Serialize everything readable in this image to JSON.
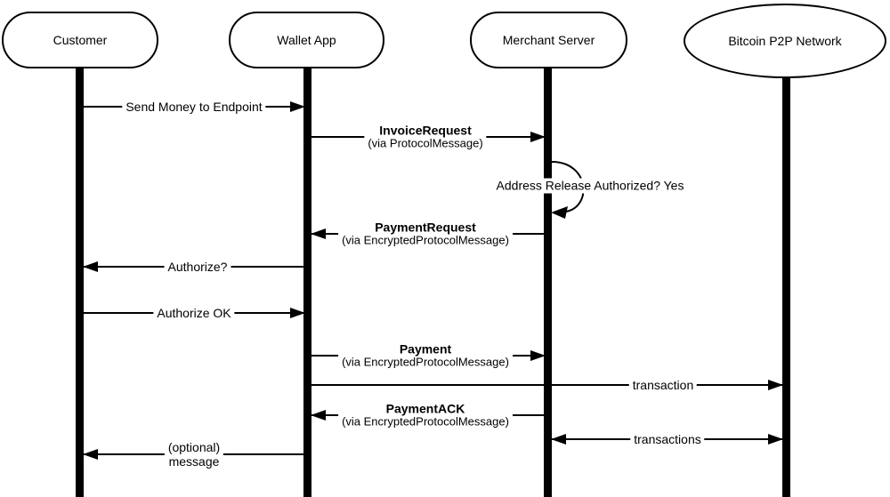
{
  "diagram": {
    "type": "sequence-diagram",
    "background_color": "#ffffff",
    "stroke_color": "#000000",
    "fill_color": "#ffffff",
    "actors": [
      {
        "name": "Customer",
        "shape": "stadium"
      },
      {
        "name": "Wallet App",
        "shape": "stadium"
      },
      {
        "name": "Merchant Server",
        "shape": "stadium"
      },
      {
        "name": "Bitcoin P2P Network",
        "shape": "ellipse"
      }
    ],
    "messages": [
      {
        "label": "Send Money to Endpoint",
        "from": "Customer",
        "to": "Wallet App",
        "direction": "right"
      },
      {
        "label": "InvoiceRequest",
        "sublabel": "(via ProtocolMessage)",
        "from": "Wallet App",
        "to": "Merchant Server",
        "direction": "right"
      },
      {
        "label": "Address Release Authorized? Yes",
        "from": "Merchant Server",
        "to": "Merchant Server",
        "direction": "self"
      },
      {
        "label": "PaymentRequest",
        "sublabel": "(via EncryptedProtocolMessage)",
        "from": "Merchant Server",
        "to": "Wallet App",
        "direction": "left"
      },
      {
        "label": "Authorize?",
        "from": "Wallet App",
        "to": "Customer",
        "direction": "left"
      },
      {
        "label": "Authorize OK",
        "from": "Customer",
        "to": "Wallet App",
        "direction": "right"
      },
      {
        "label": "Payment",
        "sublabel": "(via EncryptedProtocolMessage)",
        "from": "Wallet App",
        "to": "Merchant Server",
        "direction": "right"
      },
      {
        "label": "transaction",
        "from": "Wallet App",
        "to": "Bitcoin P2P Network",
        "direction": "right"
      },
      {
        "label": "PaymentACK",
        "sublabel": "(via EncryptedProtocolMessage)",
        "from": "Merchant Server",
        "to": "Wallet App",
        "direction": "left"
      },
      {
        "label": "transactions",
        "from": "Merchant Server",
        "to": "Bitcoin P2P Network",
        "direction": "both"
      },
      {
        "label": "(optional)",
        "sublabel": "message",
        "from": "Wallet App",
        "to": "Customer",
        "direction": "left"
      }
    ]
  }
}
